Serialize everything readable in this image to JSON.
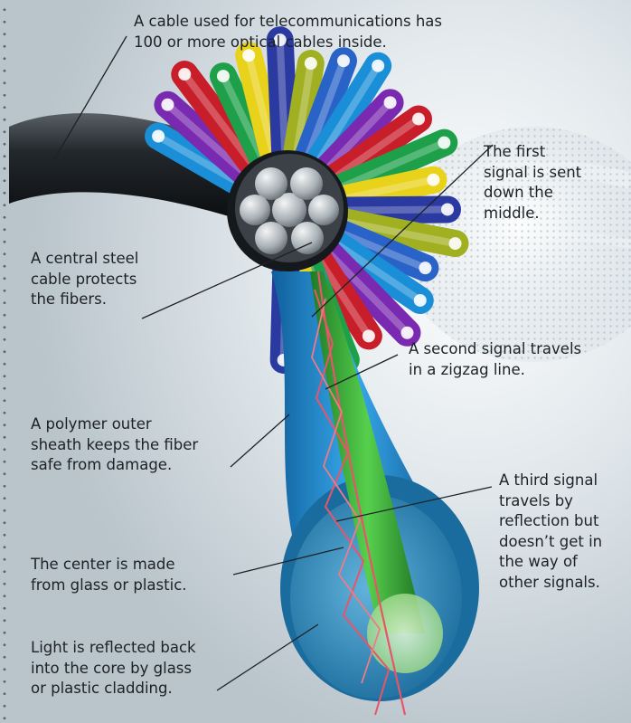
{
  "title": {
    "line1": "A cable used for telecommunications has",
    "line2": "100 or more optical cables inside."
  },
  "labels": {
    "first_signal": [
      "The first",
      "signal is sent",
      "down the",
      "middle."
    ],
    "steel_cable": [
      "A central steel",
      "cable protects",
      "the fibers."
    ],
    "second_signal": [
      "A second signal travels",
      "in a zigzag line."
    ],
    "outer_sheath": [
      "A polymer outer",
      "sheath keeps the fiber",
      "safe from damage."
    ],
    "third_signal": [
      "A third signal",
      "travels by",
      "reflection but",
      "doesn’t get in",
      "the way of",
      "other signals."
    ],
    "center": [
      "The center is made",
      "from glass or plastic."
    ],
    "cladding": [
      "Light is reflected back",
      "into the core by glass",
      "or plastic cladding."
    ]
  },
  "colors": {
    "fiber_colors": [
      "#1a8fd8",
      "#7a2ab0",
      "#c81e2a",
      "#1ea04a",
      "#e8d21a",
      "#2a3aa0",
      "#a0b020",
      "#2a63c8"
    ],
    "core": "#3fbf3f",
    "signal": "#e8556a",
    "sheath": "#2f9be0"
  }
}
